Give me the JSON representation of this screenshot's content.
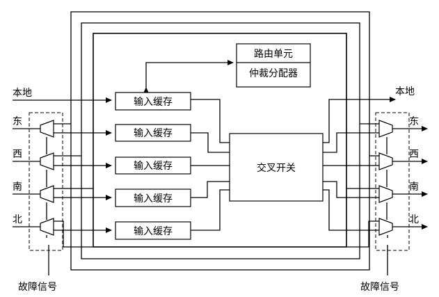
{
  "router_unit": "路由单元",
  "arbiter": "仲裁分配器",
  "crossbar": "交叉开关",
  "input_buffer": "输入缓存",
  "local": "本地",
  "dirs": {
    "east": "东",
    "west": "西",
    "south": "南",
    "north": "北"
  },
  "fault_signal": "故障信号",
  "colors": {
    "line": "#000000",
    "background": "#ffffff"
  }
}
